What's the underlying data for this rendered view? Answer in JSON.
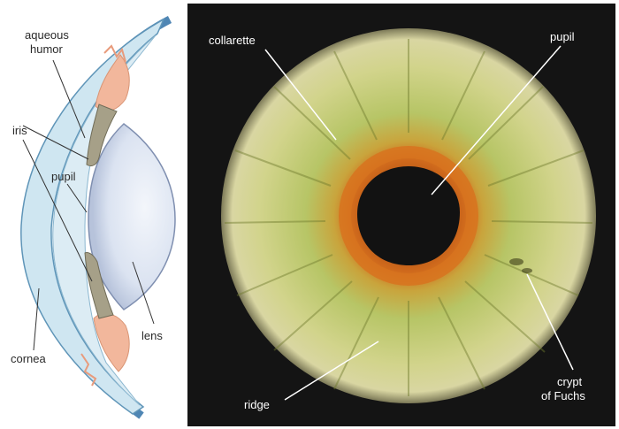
{
  "section_panel": {
    "labels": {
      "aqueous_humor_line1": "aqueous",
      "aqueous_humor_line2": "humor",
      "iris": "iris",
      "pupil": "pupil",
      "lens": "lens",
      "cornea": "cornea"
    },
    "colors": {
      "cornea": "#cfe6f1",
      "cornea_edge": "#5f95b8",
      "sclera": "#4f86b4",
      "iris": "#a6a088",
      "ciliary": "#f2b79c",
      "lens": "#dde6f3"
    }
  },
  "photo_panel": {
    "labels": {
      "collarette": "collarette",
      "pupil": "pupil",
      "crypt_line1": "crypt",
      "crypt_line2": "of Fuchs",
      "ridge": "ridge"
    },
    "colors": {
      "background": "#141414",
      "iris_outer": "#d9d49a",
      "iris_mid": "#b9c76a",
      "collarette_ring": "#d8731f",
      "pupil": "#121212"
    }
  }
}
